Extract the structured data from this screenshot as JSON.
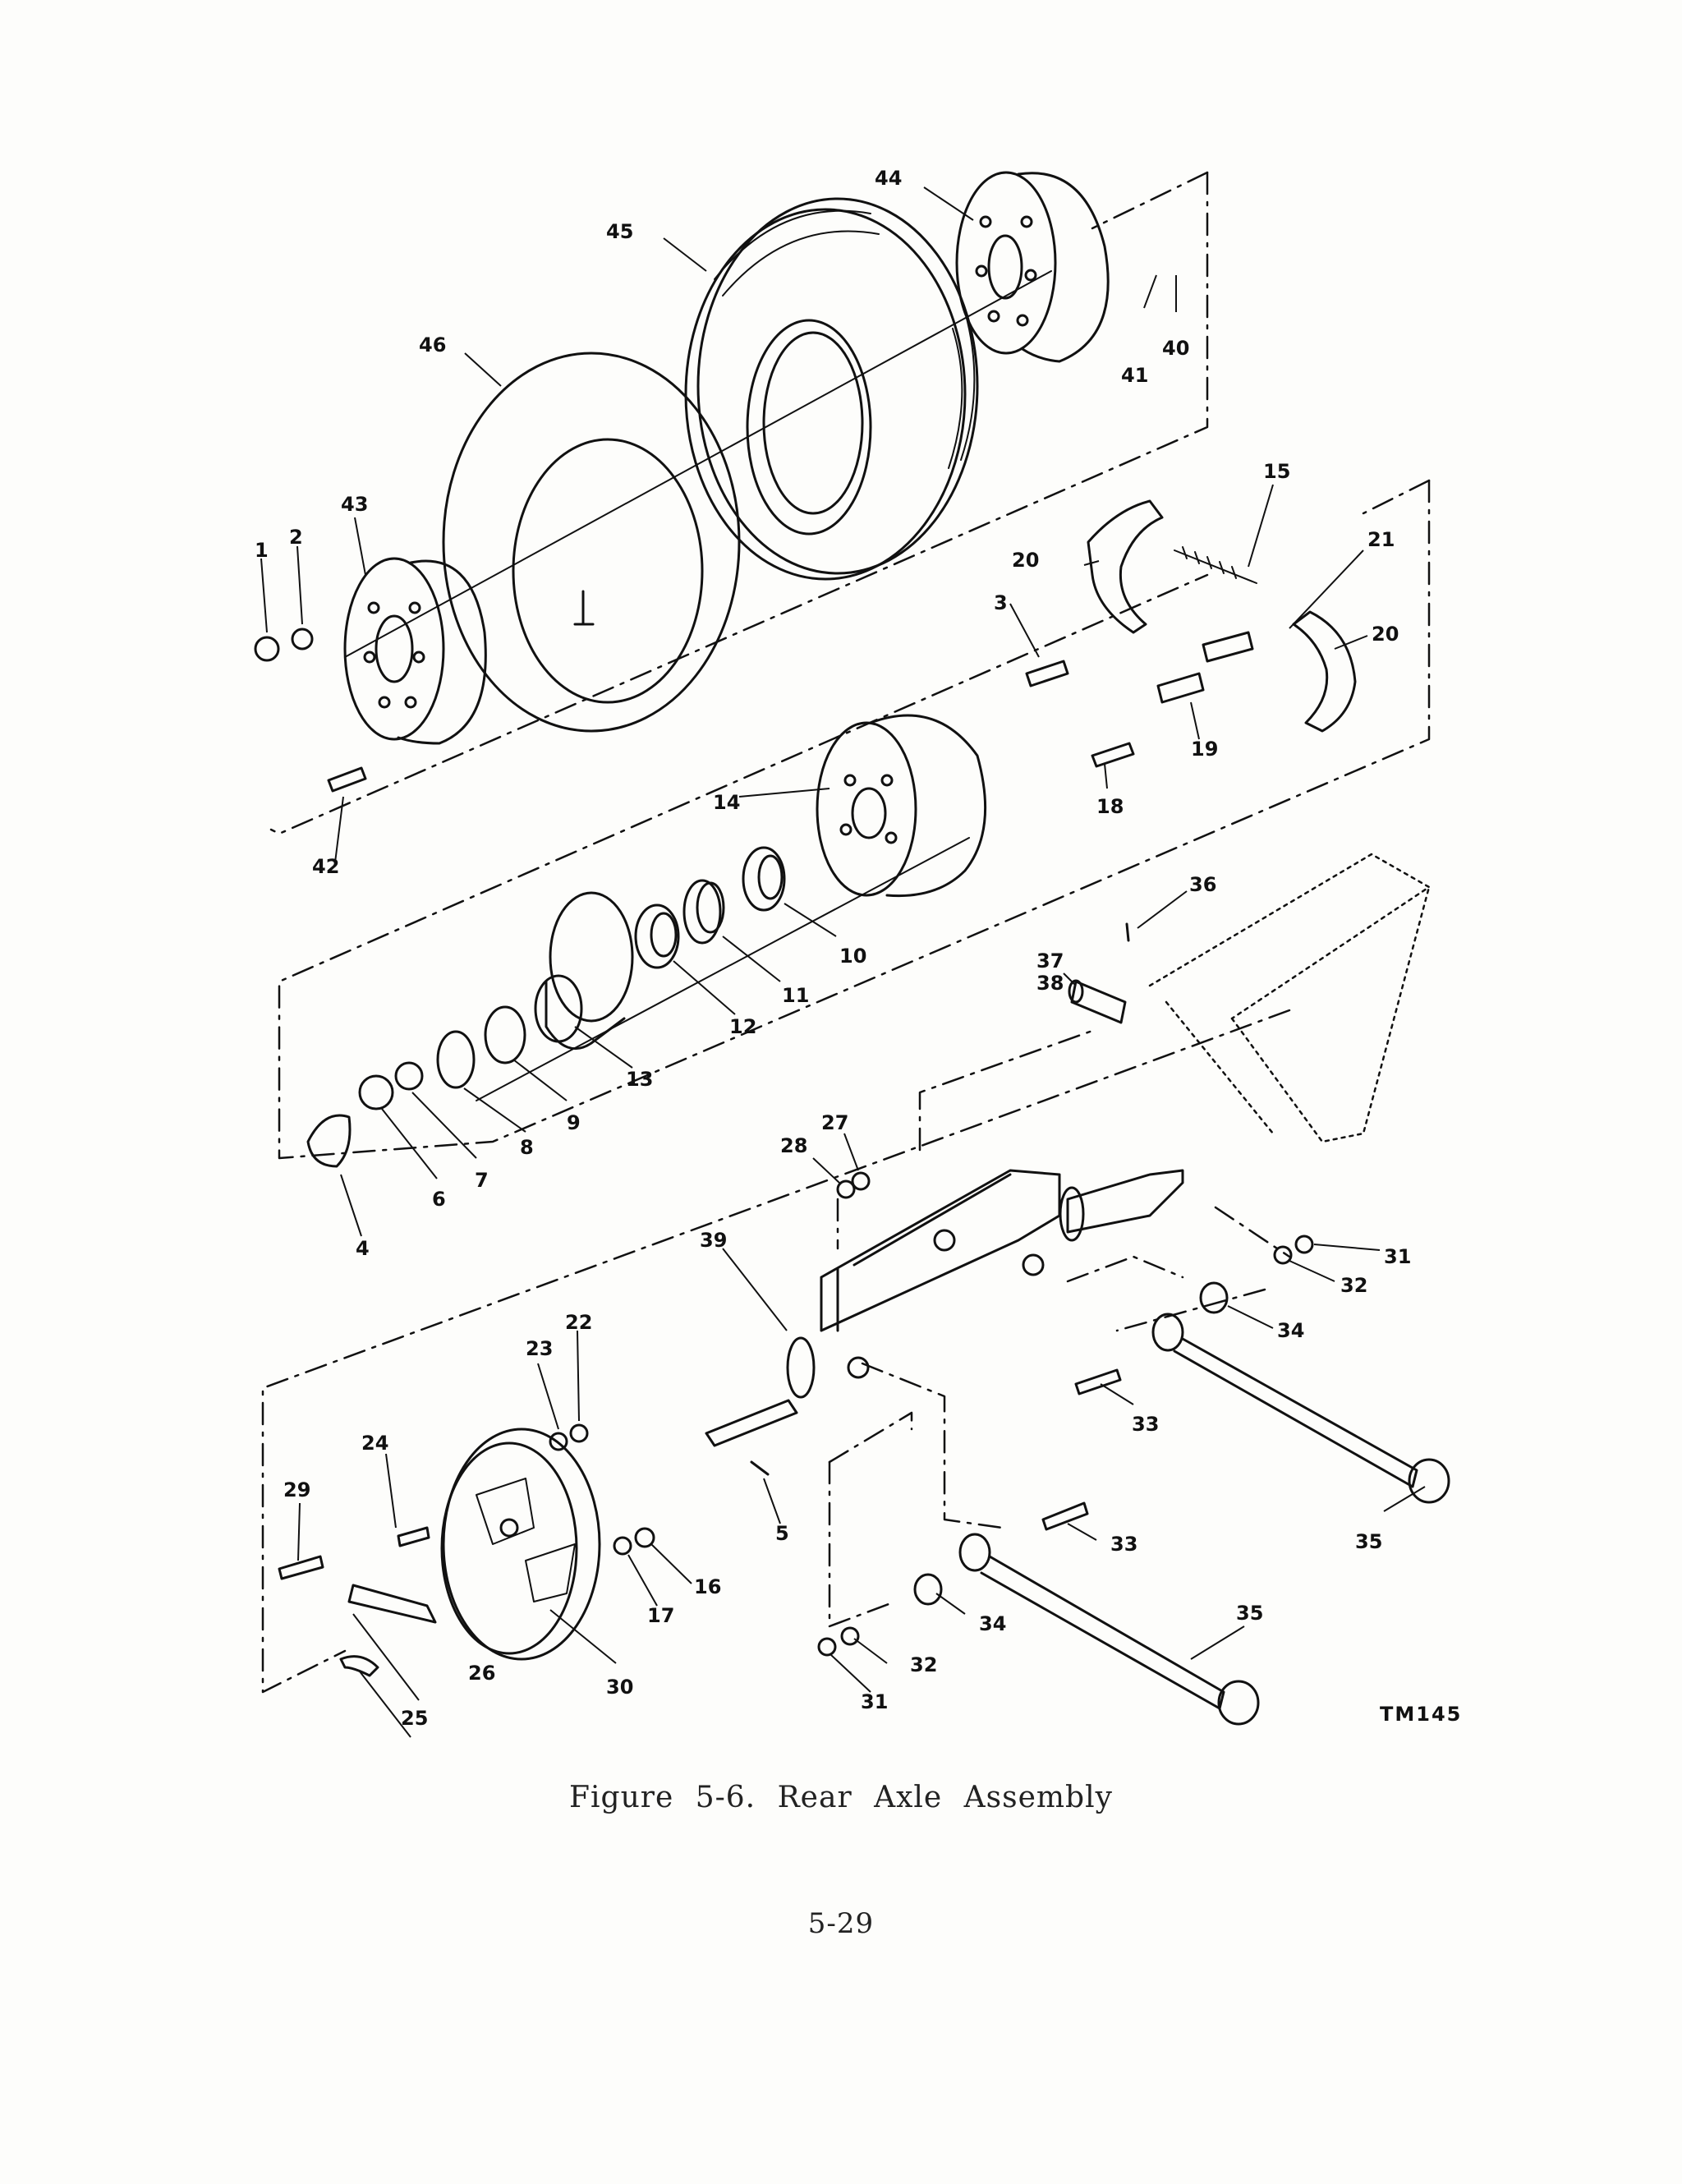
{
  "figure": {
    "caption": "Figure 5-6.  Rear Axle Assembly",
    "page_number": "5-29",
    "drawing_code": "TM145"
  },
  "callouts": [
    {
      "id": "c1",
      "label": "1"
    },
    {
      "id": "c2",
      "label": "2"
    },
    {
      "id": "c3",
      "label": "3"
    },
    {
      "id": "c4",
      "label": "4"
    },
    {
      "id": "c5",
      "label": "5"
    },
    {
      "id": "c6",
      "label": "6"
    },
    {
      "id": "c7",
      "label": "7"
    },
    {
      "id": "c8",
      "label": "8"
    },
    {
      "id": "c9",
      "label": "9"
    },
    {
      "id": "c10",
      "label": "10"
    },
    {
      "id": "c11",
      "label": "11"
    },
    {
      "id": "c12",
      "label": "12"
    },
    {
      "id": "c13",
      "label": "13"
    },
    {
      "id": "c14",
      "label": "14"
    },
    {
      "id": "c15",
      "label": "15"
    },
    {
      "id": "c16",
      "label": "16"
    },
    {
      "id": "c17",
      "label": "17"
    },
    {
      "id": "c18",
      "label": "18"
    },
    {
      "id": "c19",
      "label": "19"
    },
    {
      "id": "c20a",
      "label": "20"
    },
    {
      "id": "c20b",
      "label": "20"
    },
    {
      "id": "c21",
      "label": "21"
    },
    {
      "id": "c22",
      "label": "22"
    },
    {
      "id": "c23",
      "label": "23"
    },
    {
      "id": "c24",
      "label": "24"
    },
    {
      "id": "c25",
      "label": "25"
    },
    {
      "id": "c26",
      "label": "26"
    },
    {
      "id": "c27",
      "label": "27"
    },
    {
      "id": "c28",
      "label": "28"
    },
    {
      "id": "c29",
      "label": "29"
    },
    {
      "id": "c30",
      "label": "30"
    },
    {
      "id": "c31a",
      "label": "31"
    },
    {
      "id": "c31b",
      "label": "31"
    },
    {
      "id": "c32a",
      "label": "32"
    },
    {
      "id": "c32b",
      "label": "32"
    },
    {
      "id": "c33a",
      "label": "33"
    },
    {
      "id": "c33b",
      "label": "33"
    },
    {
      "id": "c34a",
      "label": "34"
    },
    {
      "id": "c34b",
      "label": "34"
    },
    {
      "id": "c35a",
      "label": "35"
    },
    {
      "id": "c35b",
      "label": "35"
    },
    {
      "id": "c36",
      "label": "36"
    },
    {
      "id": "c37",
      "label": "37"
    },
    {
      "id": "c38",
      "label": "38"
    },
    {
      "id": "c39",
      "label": "39"
    },
    {
      "id": "c40",
      "label": "40"
    },
    {
      "id": "c41",
      "label": "41"
    },
    {
      "id": "c42",
      "label": "42"
    },
    {
      "id": "c43",
      "label": "43"
    },
    {
      "id": "c44",
      "label": "44"
    },
    {
      "id": "c45",
      "label": "45"
    },
    {
      "id": "c46",
      "label": "46"
    }
  ]
}
